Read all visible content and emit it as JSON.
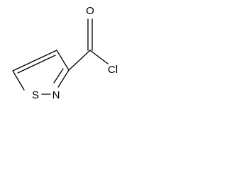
{
  "molecule": {
    "atoms": {
      "oxygen": "O",
      "chlorine": "Cl",
      "sulfur": "S",
      "nitrogen": "N"
    },
    "colors": {
      "bond": "#000000",
      "label": "#000000",
      "background": "#ffffff"
    }
  }
}
